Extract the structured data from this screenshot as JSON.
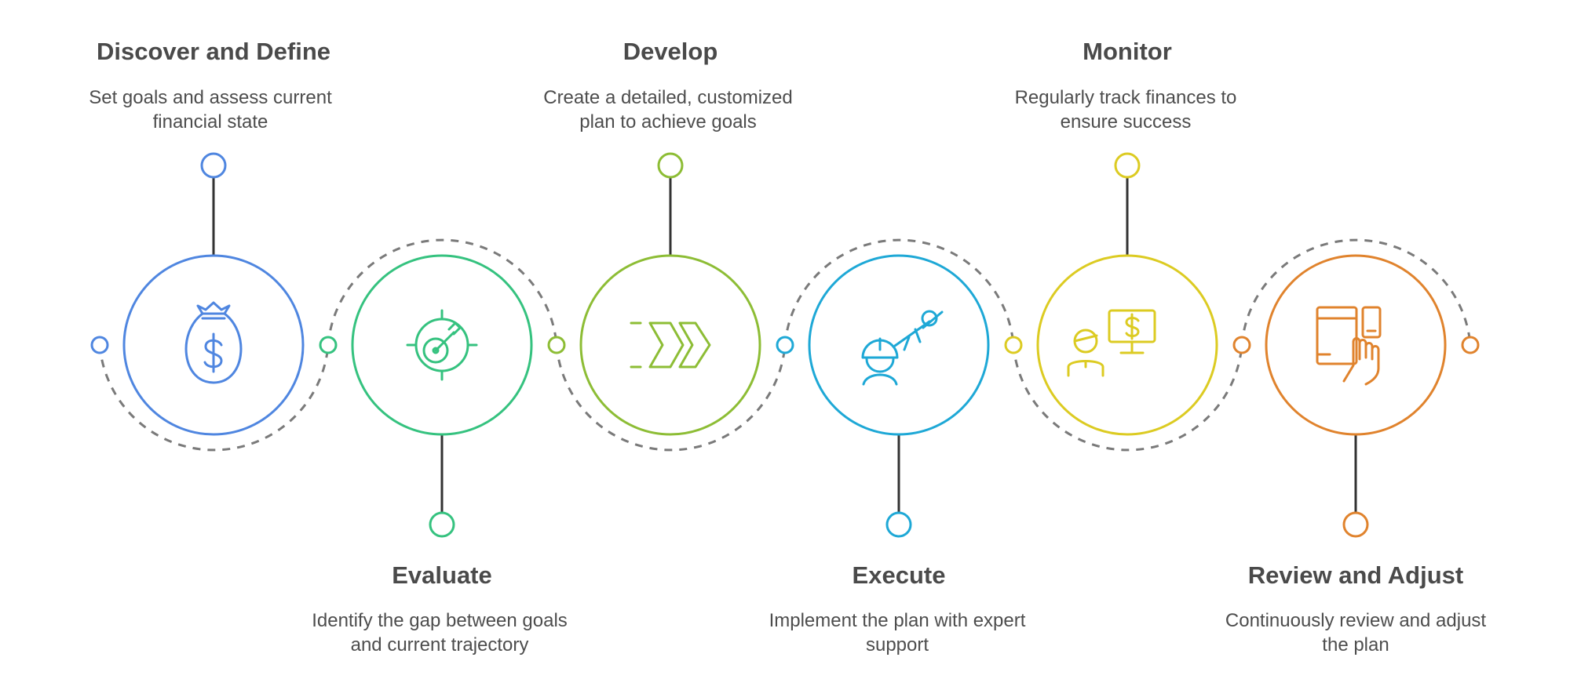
{
  "steps": [
    {
      "title": "Discover and Define",
      "desc": [
        "Set goals and assess current",
        "financial state"
      ],
      "color": "#4f86e0",
      "icon": "money-bag-icon"
    },
    {
      "title": "Evaluate",
      "desc": [
        "Identify the gap between goals",
        "and current trajectory"
      ],
      "color": "#35c27f",
      "icon": "target-gauge-icon"
    },
    {
      "title": "Develop",
      "desc": [
        "Create a detailed, customized",
        "plan to achieve goals"
      ],
      "color": "#8dbd35",
      "icon": "forward-arrows-icon"
    },
    {
      "title": "Execute",
      "desc": [
        "Implement the plan with expert",
        "support"
      ],
      "color": "#1ea8d6",
      "icon": "engineer-icon"
    },
    {
      "title": "Monitor",
      "desc": [
        "Regularly track finances to",
        "ensure success"
      ],
      "color": "#dccb22",
      "icon": "person-monitor-dollar-icon"
    },
    {
      "title": "Review and Adjust",
      "desc": [
        "Continuously review and adjust",
        "the plan"
      ],
      "color": "#e0832d",
      "icon": "hand-touch-devices-icon"
    }
  ]
}
